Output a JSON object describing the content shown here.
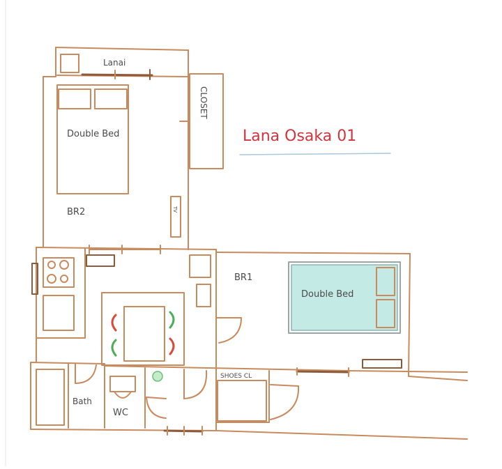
{
  "title": "Lana Osaka 01",
  "rooms": {
    "lanai": "Lanai",
    "closet": "CLOSET",
    "bed_br2": "Double Bed",
    "br2": "BR2",
    "tv": "TV",
    "br1": "BR1",
    "bed_br1": "Double Bed",
    "bath": "Bath",
    "wc": "WC",
    "shoes_closet": "SHOES CL"
  },
  "colors": {
    "wall": "#c98a5e",
    "title": "#d0343c",
    "underline": "#a8c8dc",
    "bed_fill": "#c4eae6",
    "chair_red": "#d94a3a",
    "chair_green": "#4cae58",
    "plant": "#6cc07a"
  }
}
